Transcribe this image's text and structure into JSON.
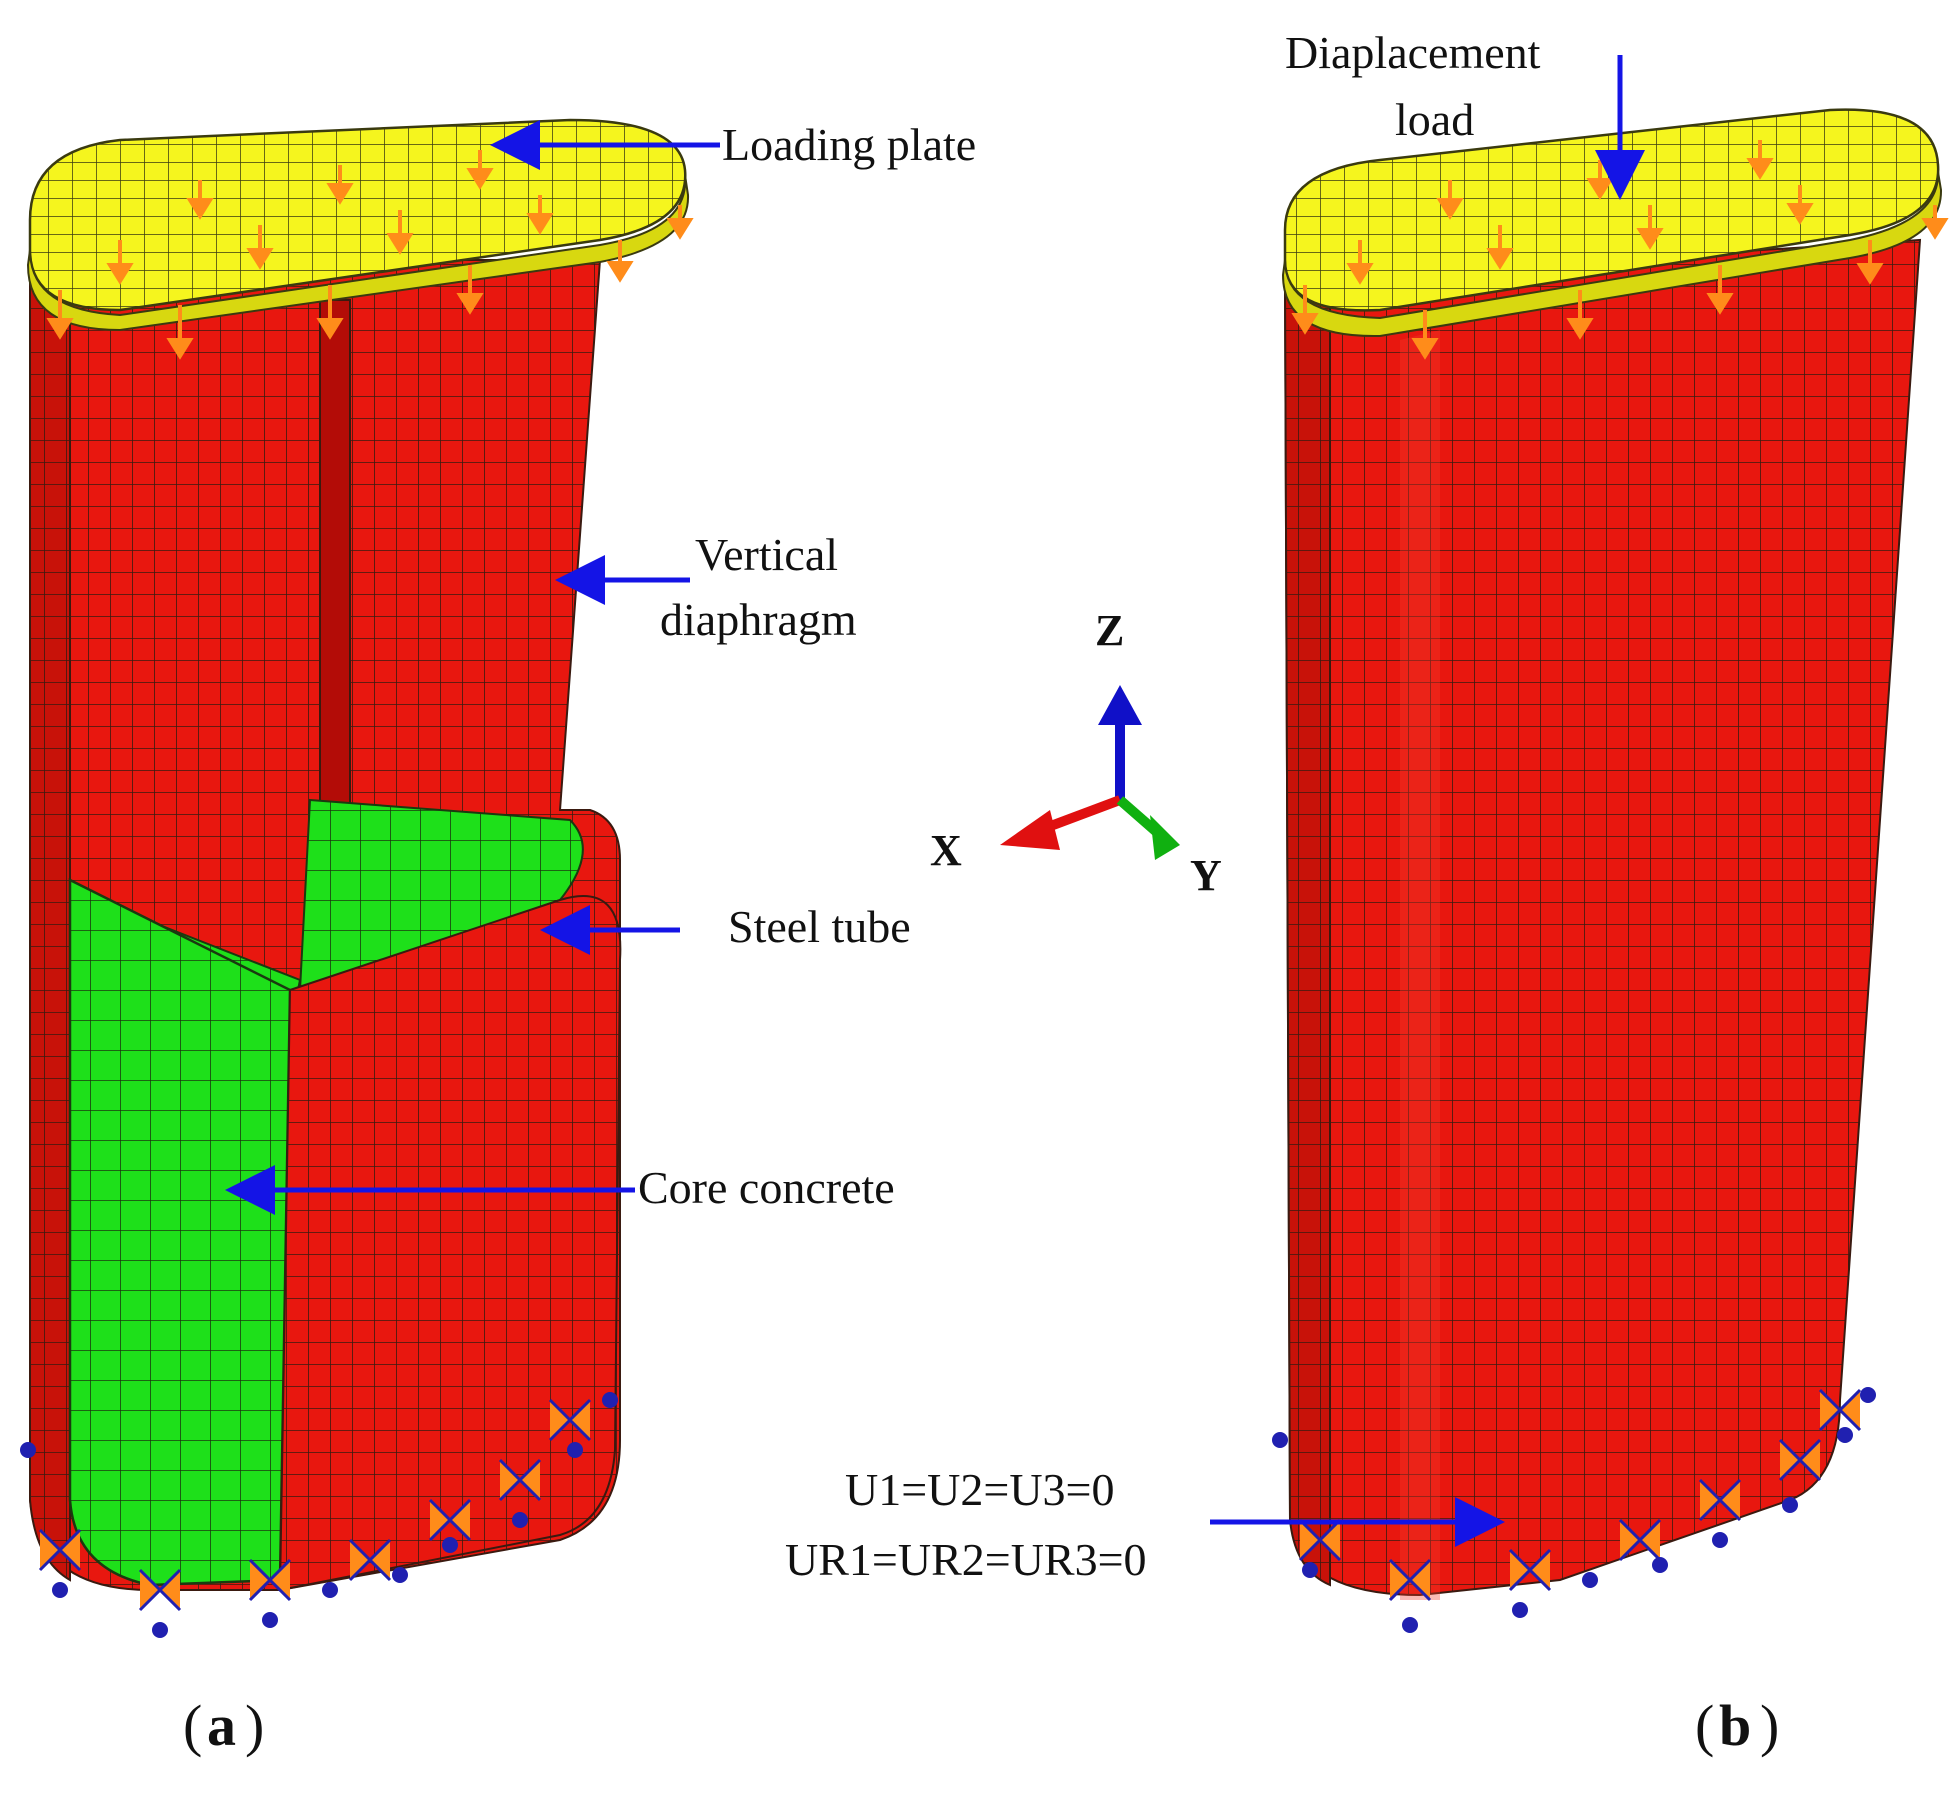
{
  "labels": {
    "loading_plate": "Loading plate",
    "vertical_diaphragm_line1": "Vertical",
    "vertical_diaphragm_line2": "diaphragm",
    "steel_tube": "Steel tube",
    "core_concrete": "Core concrete",
    "displacement_load_line1": "Diaplacement",
    "displacement_load_line2": "load",
    "boundary_line1": "U1=U2=U3=0",
    "boundary_line2": "UR1=UR2=UR3=0"
  },
  "axes": {
    "z": "Z",
    "x": "X",
    "y": "Y"
  },
  "captions": {
    "a": "a",
    "b": "b"
  },
  "colors": {
    "steel": "#e8170f",
    "steel_dark": "#b30c07",
    "concrete": "#1ee01a",
    "concrete_dark": "#12a812",
    "plate": "#f5f51e",
    "mesh": "#3a1a10",
    "load_arrow": "#ff8c1a",
    "leader": "#1414e6",
    "axis_x": "#e01010",
    "axis_y": "#10b010",
    "axis_z": "#1010c8",
    "support": "#2020b0"
  }
}
